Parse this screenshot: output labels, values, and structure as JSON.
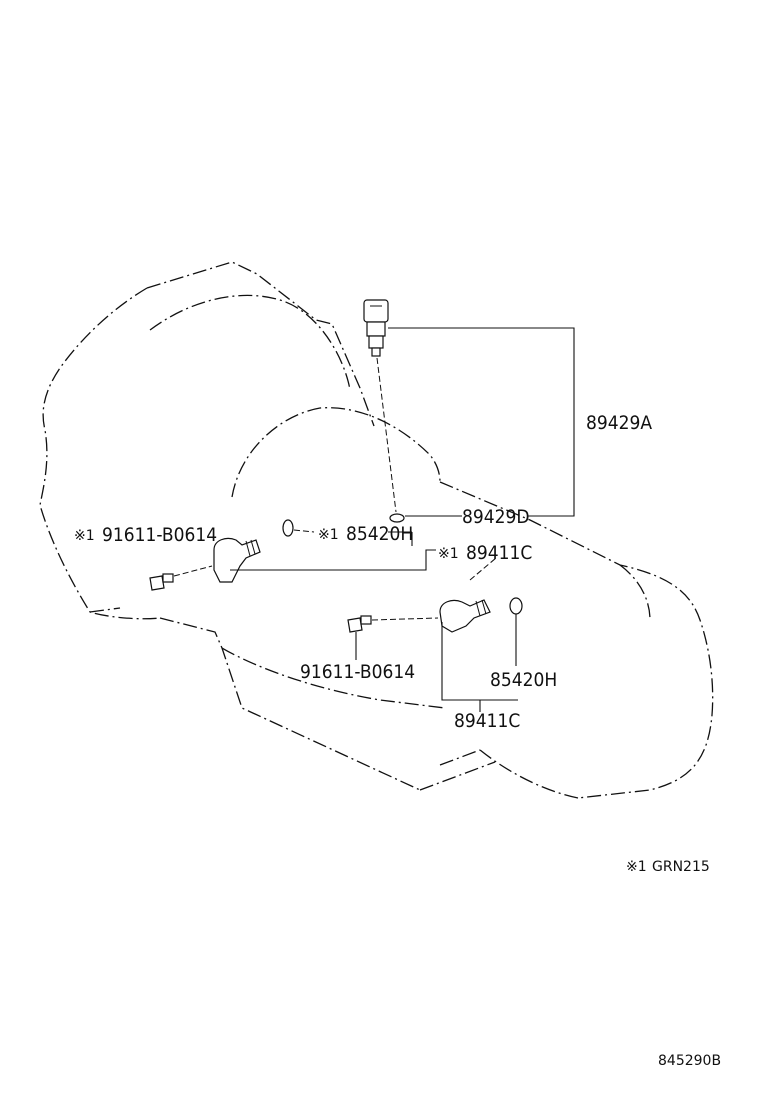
{
  "labels": {
    "p89429A": "89429A",
    "p89429D": "89429D",
    "p85420H_a": "85420H",
    "p89411C_a": "89411C",
    "p91611_a": "91611-B0614",
    "p91611_b": "91611-B0614",
    "p85420H_b": "85420H",
    "p89411C_b": "89411C"
  },
  "note_mark": "※1",
  "note": {
    "mark": "※1",
    "text": "GRN215"
  },
  "figure_id": "845290B"
}
